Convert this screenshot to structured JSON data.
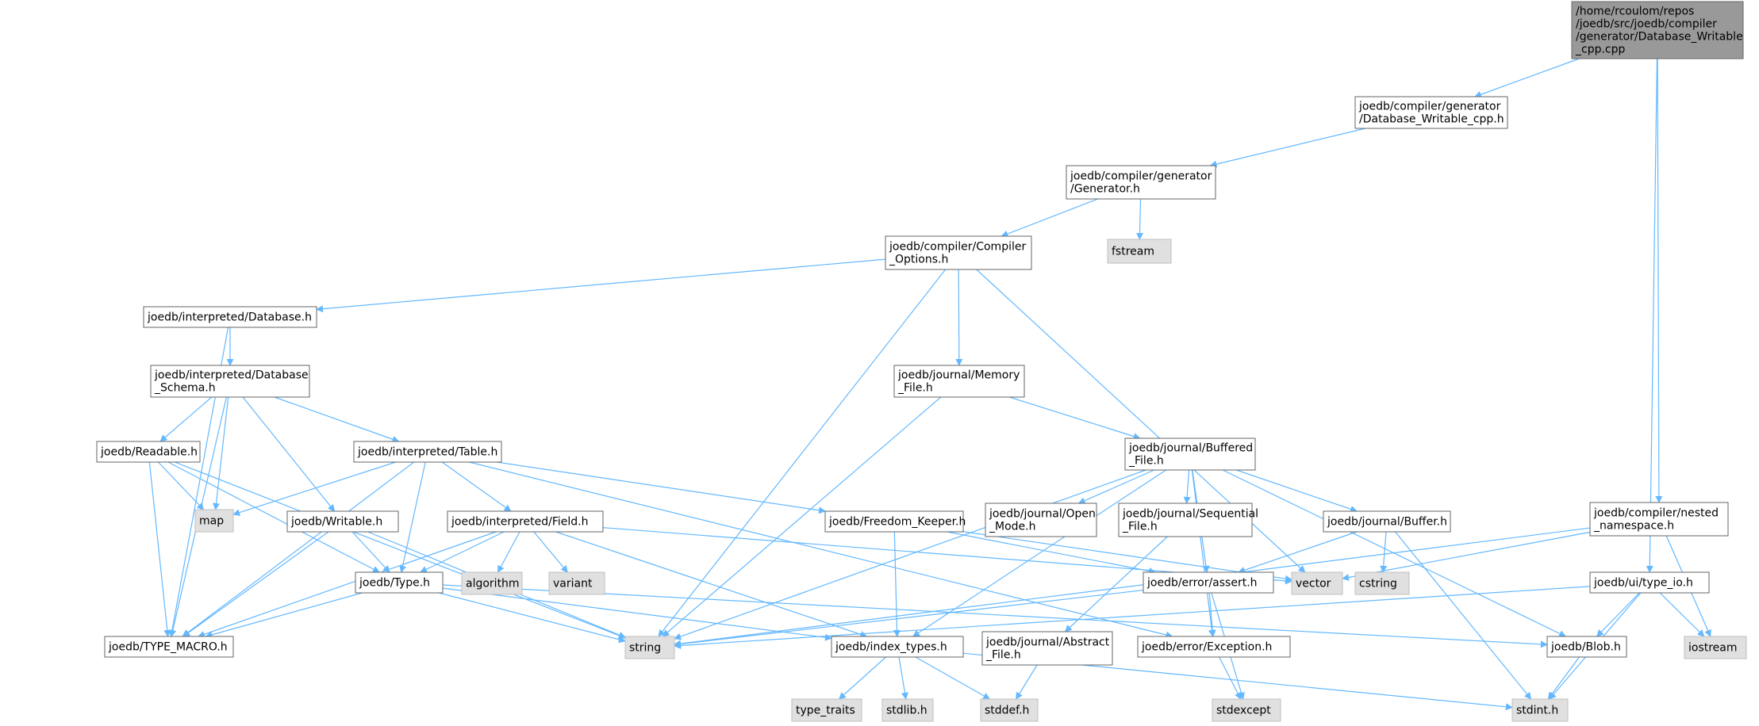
{
  "graph": {
    "colors": {
      "edge": "#63b8ff",
      "border": "#666666",
      "root_fill": "#999999",
      "node_fill": "#ffffff",
      "system_fill": "#e0e0e0",
      "text": "#000000"
    },
    "nodes": [
      {
        "id": "root",
        "kind": "root",
        "lines": [
          "/home/rcoulom/repos",
          "/joedb/src/joedb/compiler",
          "/generator/Database_Writable",
          "_cpp.cpp"
        ]
      },
      {
        "id": "dbw_h",
        "kind": "local",
        "lines": [
          "joedb/compiler/generator",
          "/Database_Writable_cpp.h"
        ]
      },
      {
        "id": "gen_h",
        "kind": "local",
        "lines": [
          "joedb/compiler/generator",
          "/Generator.h"
        ]
      },
      {
        "id": "fstream",
        "kind": "system",
        "lines": [
          "fstream"
        ]
      },
      {
        "id": "copt_h",
        "kind": "local",
        "lines": [
          "joedb/compiler/Compiler",
          "_Options.h"
        ]
      },
      {
        "id": "idb_h",
        "kind": "local",
        "lines": [
          "joedb/interpreted/Database.h"
        ]
      },
      {
        "id": "ischema_h",
        "kind": "local",
        "lines": [
          "joedb/interpreted/Database",
          "_Schema.h"
        ]
      },
      {
        "id": "readable_h",
        "kind": "local",
        "lines": [
          "joedb/Readable.h"
        ]
      },
      {
        "id": "table_h",
        "kind": "local",
        "lines": [
          "joedb/interpreted/Table.h"
        ]
      },
      {
        "id": "map",
        "kind": "system",
        "lines": [
          "map"
        ]
      },
      {
        "id": "writable_h",
        "kind": "local",
        "lines": [
          "joedb/Writable.h"
        ]
      },
      {
        "id": "field_h",
        "kind": "local",
        "lines": [
          "joedb/interpreted/Field.h"
        ]
      },
      {
        "id": "algorithm",
        "kind": "system",
        "lines": [
          "algorithm"
        ]
      },
      {
        "id": "variant",
        "kind": "system",
        "lines": [
          "variant"
        ]
      },
      {
        "id": "type_h",
        "kind": "local",
        "lines": [
          "joedb/Type.h"
        ]
      },
      {
        "id": "tmacro_h",
        "kind": "local",
        "lines": [
          "joedb/TYPE_MACRO.h"
        ]
      },
      {
        "id": "string",
        "kind": "system",
        "lines": [
          "string"
        ]
      },
      {
        "id": "memfile_h",
        "kind": "local",
        "lines": [
          "joedb/journal/Memory",
          "_File.h"
        ]
      },
      {
        "id": "buffered_h",
        "kind": "local",
        "lines": [
          "joedb/journal/Buffered",
          "_File.h"
        ]
      },
      {
        "id": "freedom_h",
        "kind": "local",
        "lines": [
          "joedb/Freedom_Keeper.h"
        ]
      },
      {
        "id": "openmode_h",
        "kind": "local",
        "lines": [
          "joedb/journal/Open",
          "_Mode.h"
        ]
      },
      {
        "id": "seqfile_h",
        "kind": "local",
        "lines": [
          "joedb/journal/Sequential",
          "_File.h"
        ]
      },
      {
        "id": "buffer_h",
        "kind": "local",
        "lines": [
          "joedb/journal/Buffer.h"
        ]
      },
      {
        "id": "assert_h",
        "kind": "local",
        "lines": [
          "joedb/error/assert.h"
        ]
      },
      {
        "id": "vector",
        "kind": "system",
        "lines": [
          "vector"
        ]
      },
      {
        "id": "cstring",
        "kind": "system",
        "lines": [
          "cstring"
        ]
      },
      {
        "id": "index_h",
        "kind": "local",
        "lines": [
          "joedb/index_types.h"
        ]
      },
      {
        "id": "absfile_h",
        "kind": "local",
        "lines": [
          "joedb/journal/Abstract",
          "_File.h"
        ]
      },
      {
        "id": "exception_h",
        "kind": "local",
        "lines": [
          "joedb/error/Exception.h"
        ]
      },
      {
        "id": "nested_h",
        "kind": "local",
        "lines": [
          "joedb/compiler/nested",
          "_namespace.h"
        ]
      },
      {
        "id": "typeio_h",
        "kind": "local",
        "lines": [
          "joedb/ui/type_io.h"
        ]
      },
      {
        "id": "blob_h",
        "kind": "local",
        "lines": [
          "joedb/Blob.h"
        ]
      },
      {
        "id": "iostream",
        "kind": "system",
        "lines": [
          "iostream"
        ]
      },
      {
        "id": "type_traits",
        "kind": "system",
        "lines": [
          "type_traits"
        ]
      },
      {
        "id": "stdlib_h",
        "kind": "system",
        "lines": [
          "stdlib.h"
        ]
      },
      {
        "id": "stddef_h",
        "kind": "system",
        "lines": [
          "stddef.h"
        ]
      },
      {
        "id": "stdexcept",
        "kind": "system",
        "lines": [
          "stdexcept"
        ]
      },
      {
        "id": "stdint_h",
        "kind": "system",
        "lines": [
          "stdint.h"
        ]
      }
    ],
    "edges": [
      [
        "root",
        "dbw_h"
      ],
      [
        "root",
        "nested_h"
      ],
      [
        "root",
        "typeio_h"
      ],
      [
        "dbw_h",
        "gen_h"
      ],
      [
        "gen_h",
        "copt_h"
      ],
      [
        "gen_h",
        "fstream"
      ],
      [
        "copt_h",
        "idb_h"
      ],
      [
        "copt_h",
        "string"
      ],
      [
        "copt_h",
        "memfile_h"
      ],
      [
        "copt_h",
        "vector"
      ],
      [
        "idb_h",
        "ischema_h"
      ],
      [
        "idb_h",
        "tmacro_h"
      ],
      [
        "ischema_h",
        "readable_h"
      ],
      [
        "ischema_h",
        "map"
      ],
      [
        "ischema_h",
        "writable_h"
      ],
      [
        "ischema_h",
        "table_h"
      ],
      [
        "ischema_h",
        "tmacro_h"
      ],
      [
        "readable_h",
        "map"
      ],
      [
        "readable_h",
        "type_h"
      ],
      [
        "readable_h",
        "tmacro_h"
      ],
      [
        "readable_h",
        "string"
      ],
      [
        "table_h",
        "map"
      ],
      [
        "table_h",
        "field_h"
      ],
      [
        "table_h",
        "type_h"
      ],
      [
        "table_h",
        "freedom_h"
      ],
      [
        "table_h",
        "exception_h"
      ],
      [
        "table_h",
        "tmacro_h"
      ],
      [
        "writable_h",
        "type_h"
      ],
      [
        "writable_h",
        "tmacro_h"
      ],
      [
        "writable_h",
        "string"
      ],
      [
        "field_h",
        "algorithm"
      ],
      [
        "field_h",
        "variant"
      ],
      [
        "field_h",
        "type_h"
      ],
      [
        "field_h",
        "tmacro_h"
      ],
      [
        "field_h",
        "index_h"
      ],
      [
        "field_h",
        "vector"
      ],
      [
        "type_h",
        "tmacro_h"
      ],
      [
        "type_h",
        "string"
      ],
      [
        "type_h",
        "index_h"
      ],
      [
        "type_h",
        "blob_h"
      ],
      [
        "memfile_h",
        "buffered_h"
      ],
      [
        "memfile_h",
        "string"
      ],
      [
        "buffered_h",
        "openmode_h"
      ],
      [
        "buffered_h",
        "seqfile_h"
      ],
      [
        "buffered_h",
        "buffer_h"
      ],
      [
        "buffered_h",
        "assert_h"
      ],
      [
        "buffered_h",
        "string"
      ],
      [
        "buffered_h",
        "index_h"
      ],
      [
        "buffered_h",
        "exception_h"
      ],
      [
        "buffered_h",
        "blob_h"
      ],
      [
        "freedom_h",
        "index_h"
      ],
      [
        "freedom_h",
        "vector"
      ],
      [
        "freedom_h",
        "assert_h"
      ],
      [
        "seqfile_h",
        "absfile_h"
      ],
      [
        "buffer_h",
        "assert_h"
      ],
      [
        "buffer_h",
        "cstring"
      ],
      [
        "buffer_h",
        "stdint_h"
      ],
      [
        "assert_h",
        "exception_h"
      ],
      [
        "assert_h",
        "string"
      ],
      [
        "assert_h",
        "stdexcept"
      ],
      [
        "absfile_h",
        "stddef_h"
      ],
      [
        "exception_h",
        "stdexcept"
      ],
      [
        "index_h",
        "type_traits"
      ],
      [
        "index_h",
        "stdlib_h"
      ],
      [
        "index_h",
        "stddef_h"
      ],
      [
        "index_h",
        "stdint_h"
      ],
      [
        "nested_h",
        "vector"
      ],
      [
        "nested_h",
        "string"
      ],
      [
        "nested_h",
        "iostream"
      ],
      [
        "typeio_h",
        "blob_h"
      ],
      [
        "typeio_h",
        "string"
      ],
      [
        "typeio_h",
        "stdint_h"
      ],
      [
        "typeio_h",
        "iostream"
      ],
      [
        "blob_h",
        "stdint_h"
      ]
    ]
  }
}
